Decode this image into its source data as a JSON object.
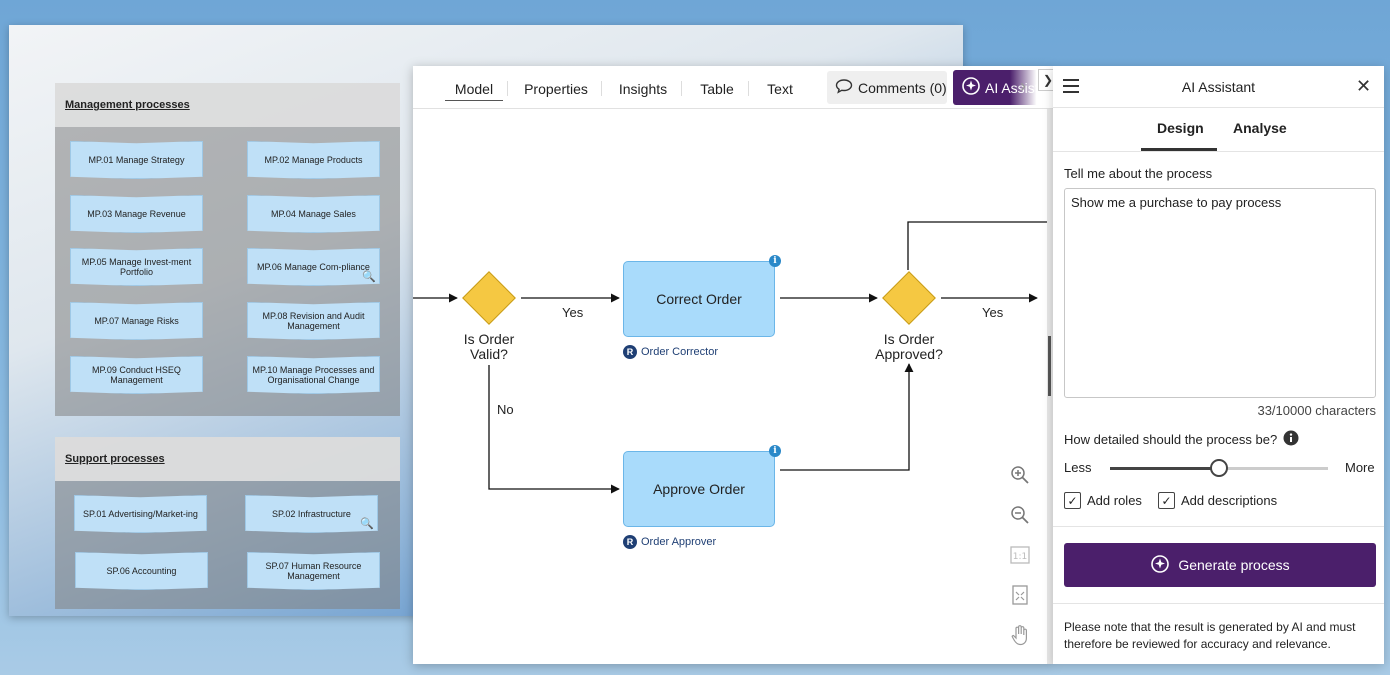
{
  "background": {
    "management": {
      "title": "Management processes",
      "items": [
        "MP.01 Manage Strategy",
        "MP.02 Manage Products",
        "MP.03 Manage Revenue",
        "MP.04 Manage Sales",
        "MP.05 Manage Invest-ment Portfolio",
        "MP.06 Manage Com-pliance",
        "MP.07 Manage Risks",
        "MP.08 Revision and Audit Management",
        "MP.09 Conduct HSEQ Management",
        "MP.10 Manage Processes and Organisational Change"
      ]
    },
    "support": {
      "title": "Support processes",
      "items": [
        "SP.01 Advertising/Market-ing",
        "SP.02 Infrastructure",
        "SP.06 Accounting",
        "SP.07 Human Resource Management"
      ]
    }
  },
  "editor": {
    "tabs": [
      "Model",
      "Properties",
      "Insights",
      "Table",
      "Text"
    ],
    "comments": "Comments (0)",
    "ai_button": "AI Assist",
    "diagram": {
      "gateway1": "Is Order Valid?",
      "gateway2": "Is Order Approved?",
      "task1": "Correct Order",
      "task2": "Approve Order",
      "role1": "Order Corrector",
      "role2": "Order Approver",
      "yes1": "Yes",
      "yes2": "Yes",
      "no": "No"
    }
  },
  "assistant": {
    "title": "AI Assistant",
    "tabs": [
      "Design",
      "Analyse"
    ],
    "prompt_label": "Tell me about the process",
    "prompt_value": "Show me a purchase to pay process",
    "counter": "33/10000 characters",
    "detail_label": "How detailed should the process be?",
    "less": "Less",
    "more": "More",
    "detail_level": 0.5,
    "add_roles": "Add roles",
    "add_descriptions": "Add descriptions",
    "generate": "Generate process",
    "note": "Please note that the result is generated by AI and must therefore be reviewed for accuracy and relevance."
  },
  "colors": {
    "accent_purple": "#4b1f6b",
    "task_fill": "#a9dbfb",
    "gateway_fill": "#f5c842"
  }
}
